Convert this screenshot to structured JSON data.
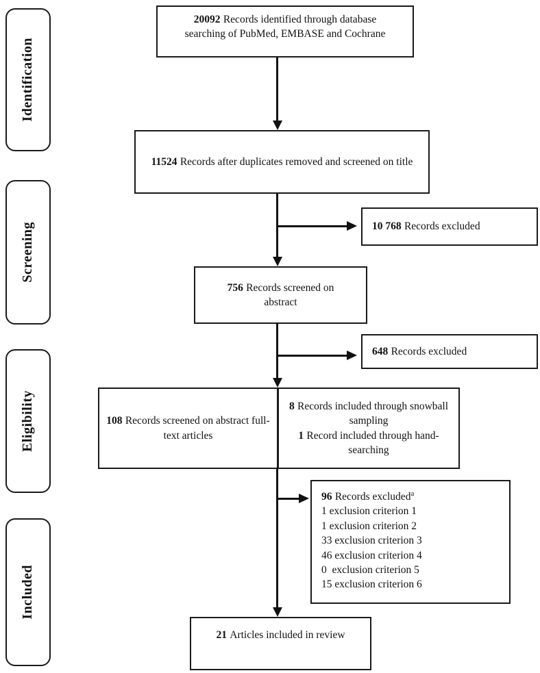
{
  "diagram": {
    "stages": [
      {
        "label": "Identification"
      },
      {
        "label": "Screening"
      },
      {
        "label": "Eligibility"
      },
      {
        "label": "Included"
      }
    ],
    "boxes": {
      "identified": {
        "count": "20092",
        "label": "Records identified through database searching of PubMed, EMBASE and Cochrane"
      },
      "deduped": {
        "count": "11524",
        "label": "Records after duplicates removed and screened on title"
      },
      "excluded_title": {
        "count": "10 768",
        "label": "Records excluded"
      },
      "screened_abstract": {
        "count": "756",
        "label": "Records screened on abstract"
      },
      "excluded_abstract": {
        "count": "648",
        "label": "Records excluded"
      },
      "fulltext": {
        "count": "108",
        "label": "Records screened on abstract full-text articles"
      },
      "added": [
        {
          "count": "8",
          "label": "Records included through snowball sampling"
        },
        {
          "count": "1",
          "label": "Record included through hand-searching"
        }
      ],
      "excluded_fulltext": {
        "count": "96",
        "label": "Records excluded",
        "superscript": "a",
        "lines": [
          "1 exclusion criterion 1",
          "1 exclusion criterion 2",
          "33 exclusion criterion 3",
          "46 exclusion criterion 4",
          "0  exclusion criterion 5",
          "15 exclusion criterion 6"
        ]
      },
      "included_review": {
        "count": "21",
        "label": "Articles included in review"
      }
    }
  }
}
